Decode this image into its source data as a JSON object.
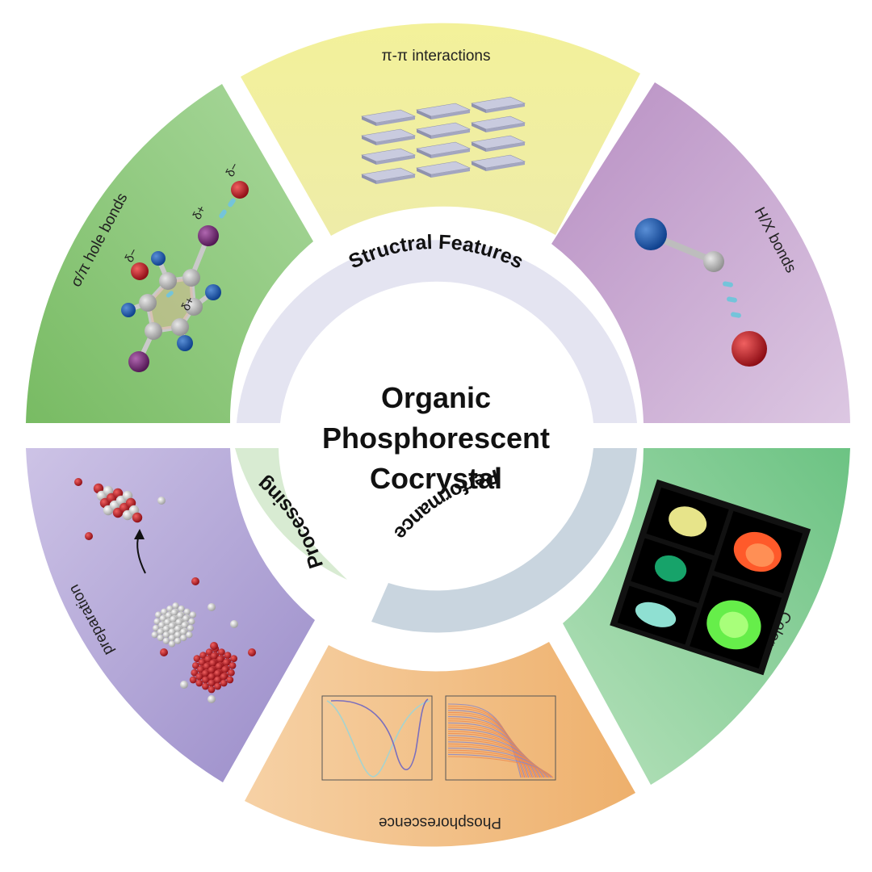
{
  "title": {
    "line1": "Organic",
    "line2": "Phosphorescent",
    "line3": "Cocrystal"
  },
  "ring": {
    "structural": "Structral Features",
    "performance": "Performance",
    "processing": "Processing"
  },
  "segments": {
    "pi_pi": "π-π interactions",
    "hx": "H/X bonds",
    "sigma_pi": "σ/π hole bonds",
    "colors": "Colors",
    "phosphorescence": "Phosphorescence",
    "preparation": "preparation"
  },
  "deltas": {
    "minus_left": "δ−",
    "plus_top": "δ+",
    "plus_mid": "δ+",
    "minus_top": "δ−"
  },
  "colors": {
    "yellow_segment": "#f0ee9c",
    "purple_segment": "#c9a7d0",
    "green_segment": "#8ccb7e",
    "colors_segment": "#8fd19a",
    "orange_segment": "#f1bd84",
    "lavender_segment": "#b4a7d6",
    "ring_structural": "#e4e4f1",
    "ring_performance": "#c9d5df",
    "ring_processing": "#d8ebd2"
  },
  "icons": [
    "stacked-plates-icon",
    "dumbbell-molecule-icon",
    "benzene-molecule-icon",
    "crystal-photos-icon",
    "spectrum-plot-icon",
    "decay-plot-icon",
    "sphere-cluster-icon",
    "arrow-icon"
  ]
}
